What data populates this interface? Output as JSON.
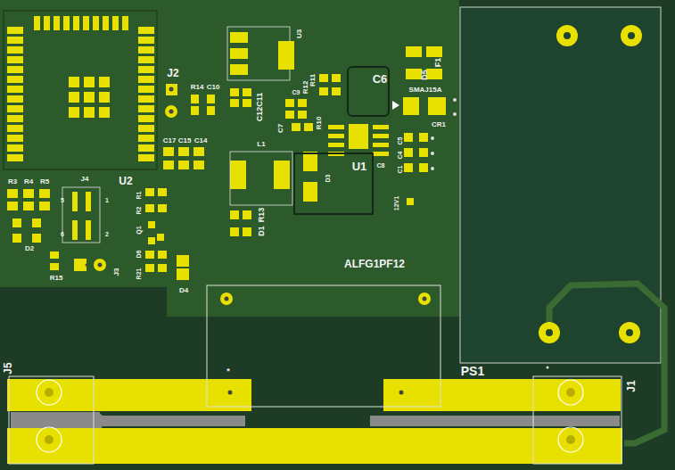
{
  "diagram": {
    "labels": [
      "U3",
      "R14",
      "C10",
      "J2",
      "R12",
      "R11",
      "C6",
      "D5",
      "F1",
      "SMAJ15A",
      "CR1",
      "C9",
      "C7",
      "R10",
      "C12C11",
      "C17",
      "C15",
      "C14",
      "L1",
      "U1",
      "C5",
      "C4",
      "C1",
      "C8",
      "D3",
      "12V1",
      "R13",
      "D1",
      "U2",
      "R3",
      "R4",
      "R5",
      "J4",
      "5",
      "1",
      "6",
      "2",
      "D2",
      "R15",
      "J3",
      "R1",
      "R2",
      "Q1",
      "D6",
      "R21",
      "D4",
      "ALFG1PF12",
      "PS1",
      "J5",
      "J1",
      "*"
    ]
  }
}
